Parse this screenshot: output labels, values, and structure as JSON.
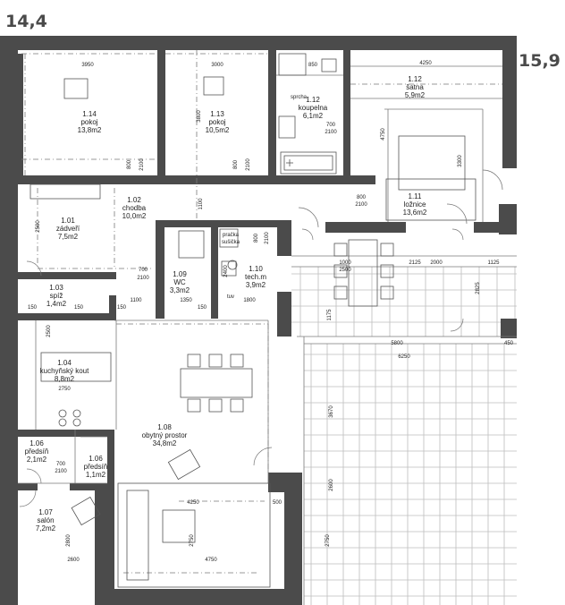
{
  "levels": {
    "left": "14,4",
    "right": "15,9"
  },
  "rooms": [
    {
      "id": "1.14",
      "name": "pokoj",
      "area": "13,8m2"
    },
    {
      "id": "1.13",
      "name": "pokoj",
      "area": "10,5m2"
    },
    {
      "id": "1.12",
      "name": "koupelna",
      "area": "6,1m2"
    },
    {
      "id": "1.12",
      "name": "šatna",
      "area": "5,9m2"
    },
    {
      "id": "1.11",
      "name": "ložnice",
      "area": "13,6m2"
    },
    {
      "id": "1.01",
      "name": "zádveří",
      "area": "7,5m2"
    },
    {
      "id": "1.02",
      "name": "chodba",
      "area": "10,0m2"
    },
    {
      "id": "1.09",
      "name": "WC",
      "area": "3,3m2"
    },
    {
      "id": "1.10",
      "name": "tech.m",
      "area": "3,9m2"
    },
    {
      "id": "1.03",
      "name": "spíž",
      "area": "1,4m2"
    },
    {
      "id": "1.04",
      "name": "kuchyňský kout",
      "area": "8,8m2"
    },
    {
      "id": "1.08",
      "name": "obytný prostor",
      "area": "34,8m2"
    },
    {
      "id": "1.06",
      "name": "předsíň",
      "area": "2,1m2"
    },
    {
      "id": "1.06",
      "name": "předsíň",
      "area": "1,1m2"
    },
    {
      "id": "1.07",
      "name": "salón",
      "area": "7,2m2"
    }
  ],
  "labels": {
    "sprcha": "sprcha",
    "pracka": "pračka",
    "susicka": "sušička",
    "tuv": "tuv"
  },
  "dims": {
    "d3950": "3950",
    "d3000": "3000",
    "d850": "850",
    "d4250": "4250",
    "d3800": "3800",
    "d700": "700",
    "d2100": "2100",
    "d800a": "800",
    "d2100a": "2100",
    "d800b": "800",
    "d2100b": "2100",
    "d800c": "800",
    "d2100c": "2100",
    "d800d": "800",
    "d2100d": "2100",
    "d4750": "4750",
    "d1100": "1100",
    "d2500": "2500",
    "d1000": "1000",
    "d2500b": "2500",
    "d2125": "2125",
    "d2000": "2000",
    "d1125": "1125",
    "d700b": "700",
    "d2100e": "2100",
    "d2400": "2400",
    "d1350": "1350",
    "d1800": "1800",
    "d1100b": "1100",
    "d150a": "150",
    "d150b": "150",
    "d150c": "150",
    "d150d": "150",
    "d5800": "5800",
    "d450": "450",
    "d6250": "6250",
    "d2750": "2750",
    "d700c": "700",
    "d2100f": "2100",
    "d4250b": "4250",
    "d500": "500",
    "d2600": "2600",
    "d4750b": "4750",
    "d2800": "2800",
    "d3670": "3670",
    "d2500c": "2500",
    "d2750b": "2750",
    "d2825": "2825",
    "d1175": "1175",
    "d2600b": "2600",
    "d3300": "3300",
    "d2750c": "2750"
  }
}
